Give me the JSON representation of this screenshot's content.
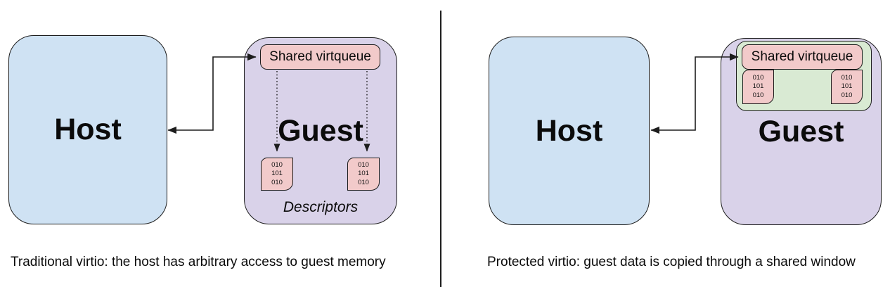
{
  "diagram": {
    "colors": {
      "host_fill": "#cfe2f3",
      "guest_fill": "#d9d2e9",
      "queue_fill": "#f2caca",
      "window_fill": "#d9ead3",
      "stroke": "#1d1d1d"
    },
    "panels": [
      {
        "name": "traditional-virtio",
        "host_label": "Host",
        "guest_label": "Guest",
        "virtqueue_label": "Shared virtqueue",
        "descriptors_label": "Descriptors",
        "descriptor_blocks": [
          {
            "lines": [
              "010",
              "101",
              "010"
            ]
          },
          {
            "lines": [
              "010",
              "101",
              "010"
            ]
          }
        ],
        "caption": "Traditional virtio: the host has arbitrary access to guest memory"
      },
      {
        "name": "protected-virtio",
        "host_label": "Host",
        "guest_label": "Guest",
        "virtqueue_label": "Shared virtqueue",
        "shared_window_blocks": [
          {
            "lines": [
              "010",
              "101",
              "010"
            ]
          },
          {
            "lines": [
              "010",
              "101",
              "010"
            ]
          }
        ],
        "caption": "Protected virtio: guest data is copied through a shared window"
      }
    ]
  }
}
